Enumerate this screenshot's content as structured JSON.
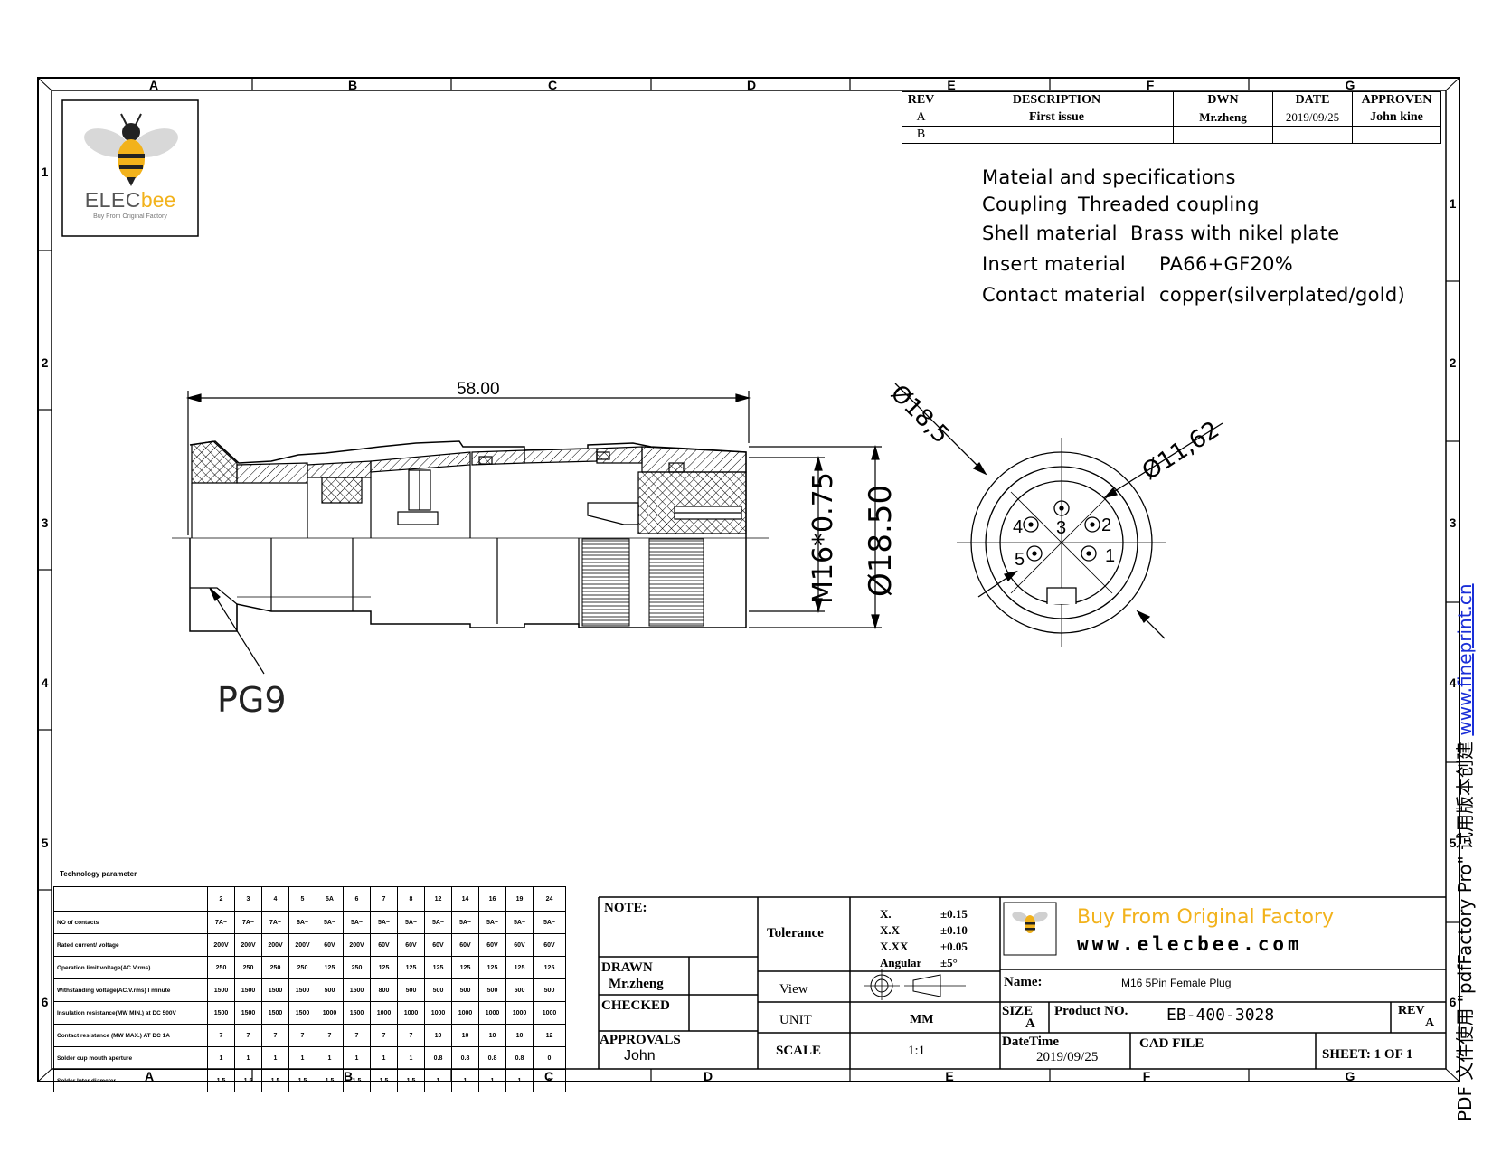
{
  "zones": {
    "cols": [
      "A",
      "B",
      "C",
      "D",
      "E",
      "F",
      "G"
    ],
    "rows": [
      "1",
      "2",
      "3",
      "4",
      "5",
      "6"
    ]
  },
  "logo": {
    "brand_dark": "ELEC",
    "brand_light": "bee",
    "tagline": "Buy From Original Factory"
  },
  "revision_table": {
    "headers": [
      "REV",
      "DESCRIPTION",
      "DWN",
      "DATE",
      "APPROVEN"
    ],
    "rows": [
      [
        "A",
        "First issue",
        "Mr.zheng",
        "2019/09/25",
        "John kine"
      ],
      [
        "B",
        "",
        "",
        "",
        ""
      ]
    ]
  },
  "specs": {
    "heading": "Mateial and specifications",
    "items": [
      {
        "label": "Coupling",
        "value": "Threaded coupling"
      },
      {
        "label": "Shell material",
        "value": "Brass  with nikel plate"
      },
      {
        "label": "Insert material",
        "value": "PA66+GF20%"
      },
      {
        "label": "Contact material",
        "value": "copper(silverplated/gold)"
      }
    ]
  },
  "drawing": {
    "length_dim": "58.00",
    "thread_dim": "M16*0.75",
    "diameter_dim": "Ø18.50",
    "cable_gland": "PG9",
    "front_outer": "Ø18,5",
    "front_inner": "Ø11,62",
    "pins": [
      "1",
      "2",
      "3",
      "4",
      "5"
    ]
  },
  "tech": {
    "title": "Technology parameter",
    "columns": [
      "2",
      "3",
      "4",
      "5",
      "5A",
      "6",
      "7",
      "8",
      "12",
      "14",
      "16",
      "19",
      "24"
    ],
    "rows": [
      {
        "label": "NO of contacts",
        "values": [
          "7A~",
          "7A~",
          "7A~",
          "6A~",
          "5A~",
          "5A~",
          "5A~",
          "5A~",
          "5A~",
          "5A~",
          "5A~",
          "5A~",
          "5A~"
        ]
      },
      {
        "label": "Rated current/ voltage",
        "values": [
          "200V",
          "200V",
          "200V",
          "200V",
          "60V",
          "200V",
          "60V",
          "60V",
          "60V",
          "60V",
          "60V",
          "60V",
          "60V"
        ]
      },
      {
        "label": "Operation limit voltage(AC.V.rms)",
        "values": [
          "250",
          "250",
          "250",
          "250",
          "125",
          "250",
          "125",
          "125",
          "125",
          "125",
          "125",
          "125",
          "125"
        ]
      },
      {
        "label": "Withstanding voltage(AC.V.rms) l minute",
        "values": [
          "1500",
          "1500",
          "1500",
          "1500",
          "500",
          "1500",
          "800",
          "500",
          "500",
          "500",
          "500",
          "500",
          "500"
        ]
      },
      {
        "label": "Insulation resistance(MW MIN.) at DC 500V",
        "values": [
          "1500",
          "1500",
          "1500",
          "1500",
          "1000",
          "1500",
          "1000",
          "1000",
          "1000",
          "1000",
          "1000",
          "1000",
          "1000"
        ]
      },
      {
        "label": "Contact resistance (MW MAX.) AT DC 1A",
        "values": [
          "7",
          "7",
          "7",
          "7",
          "7",
          "7",
          "7",
          "7",
          "10",
          "10",
          "10",
          "10",
          "12"
        ]
      },
      {
        "label": "Solder cup mouth aperture",
        "values": [
          "1",
          "1",
          "1",
          "1",
          "1",
          "1",
          "1",
          "1",
          "0.8",
          "0.8",
          "0.8",
          "0.8",
          "0"
        ]
      },
      {
        "label": "Solder Inter diameter",
        "values": [
          "1.5",
          "1.5",
          "1.5",
          "1.5",
          "1.5",
          "1.5",
          "1.5",
          "1.5",
          "1",
          "1",
          "1",
          "1",
          "0"
        ]
      }
    ]
  },
  "title_block": {
    "note": "NOTE:",
    "drawn_label": "DRAWN",
    "drawn_by": "Mr.zheng",
    "checked_label": "CHECKED",
    "approvals_label": "APPROVALS",
    "approvals_by": "John",
    "tolerance_label": "Tolerance",
    "tol_x": "X.",
    "tol_x_val": "±0.15",
    "tol_xx": "X.X",
    "tol_xx_val": "±0.10",
    "tol_xxx": "X.XX",
    "tol_xxx_val": "±0.05",
    "tol_ang": "Angular",
    "tol_ang_val": "±5°",
    "view_label": "View",
    "unit_label": "UNIT",
    "unit_value": "MM",
    "scale_label": "SCALE",
    "scale_value": "1:1",
    "slogan": "Buy From Original  Factory",
    "website": "www.elecbee.com",
    "name_label": "Name:",
    "name_value": "M16 5Pin Female Plug",
    "size_label": "SIZE",
    "size_value": "A",
    "product_label": "Product NO.",
    "product_value": "EB-400-3028",
    "rev_label": "REV",
    "rev_value": "A",
    "datetime_label": "DateTime",
    "datetime_value": "2019/09/25",
    "cad_label": "CAD FILE",
    "sheet": "SHEET:  1 OF 1"
  },
  "watermark": {
    "prefix": "PDF 文件使用 \"pdfFactory Pro\" 试用版本创建 ",
    "link": "www.fineprint.cn"
  }
}
